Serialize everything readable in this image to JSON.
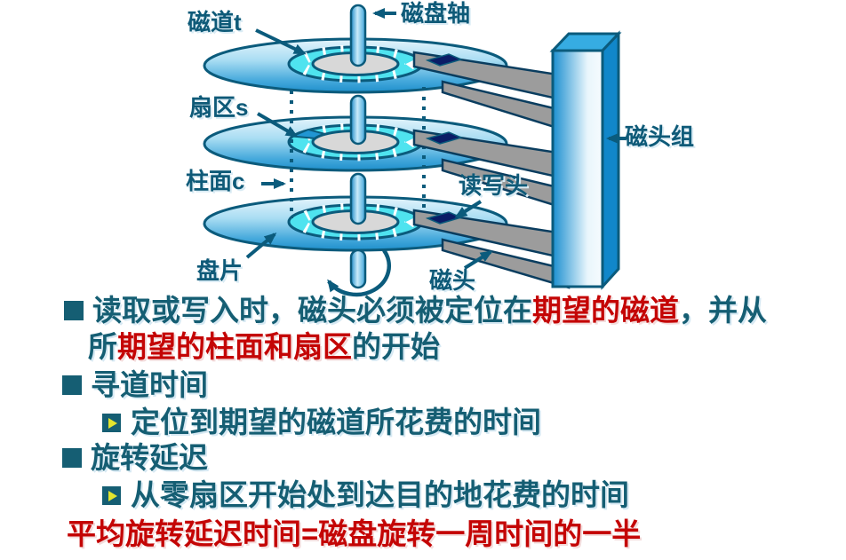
{
  "colors": {
    "teal_text": "#155E73",
    "red_text": "#C40505",
    "diagram_outline": "#0B5B7C",
    "platter_blue": "#1F90CC",
    "track_cyan": "#4FE3EF",
    "hub_gray": "#D8D8D8",
    "arm_gray": "#9C9C9C",
    "head_navy": "#0A1C66",
    "sub_bullet_yellow": "#E3E52E"
  },
  "diagram": {
    "labels": {
      "track": "磁道t",
      "spindle": "磁盘轴",
      "sector": "扇区s",
      "cylinder": "柱面c",
      "platter": "盘片",
      "rw_head": "读写头",
      "head": "磁头",
      "head_group": "磁头组"
    }
  },
  "content": {
    "bullet1": {
      "seg1": "读取或写入时，磁头必须被定位在",
      "seg2_red": "期望的磁道",
      "seg3": "，并从",
      "seg4": "所",
      "seg5_red": "期望的柱面和扇区",
      "seg6": "的开始"
    },
    "bullet2": {
      "title": "寻道时间",
      "sub": "定位到期望的磁道所花费的时间"
    },
    "bullet3": {
      "title": "旋转延迟",
      "sub": "从零扇区开始处到达目的地花费的时间"
    },
    "footer_red": "平均旋转延迟时间=磁盘旋转一周时间的一半"
  }
}
